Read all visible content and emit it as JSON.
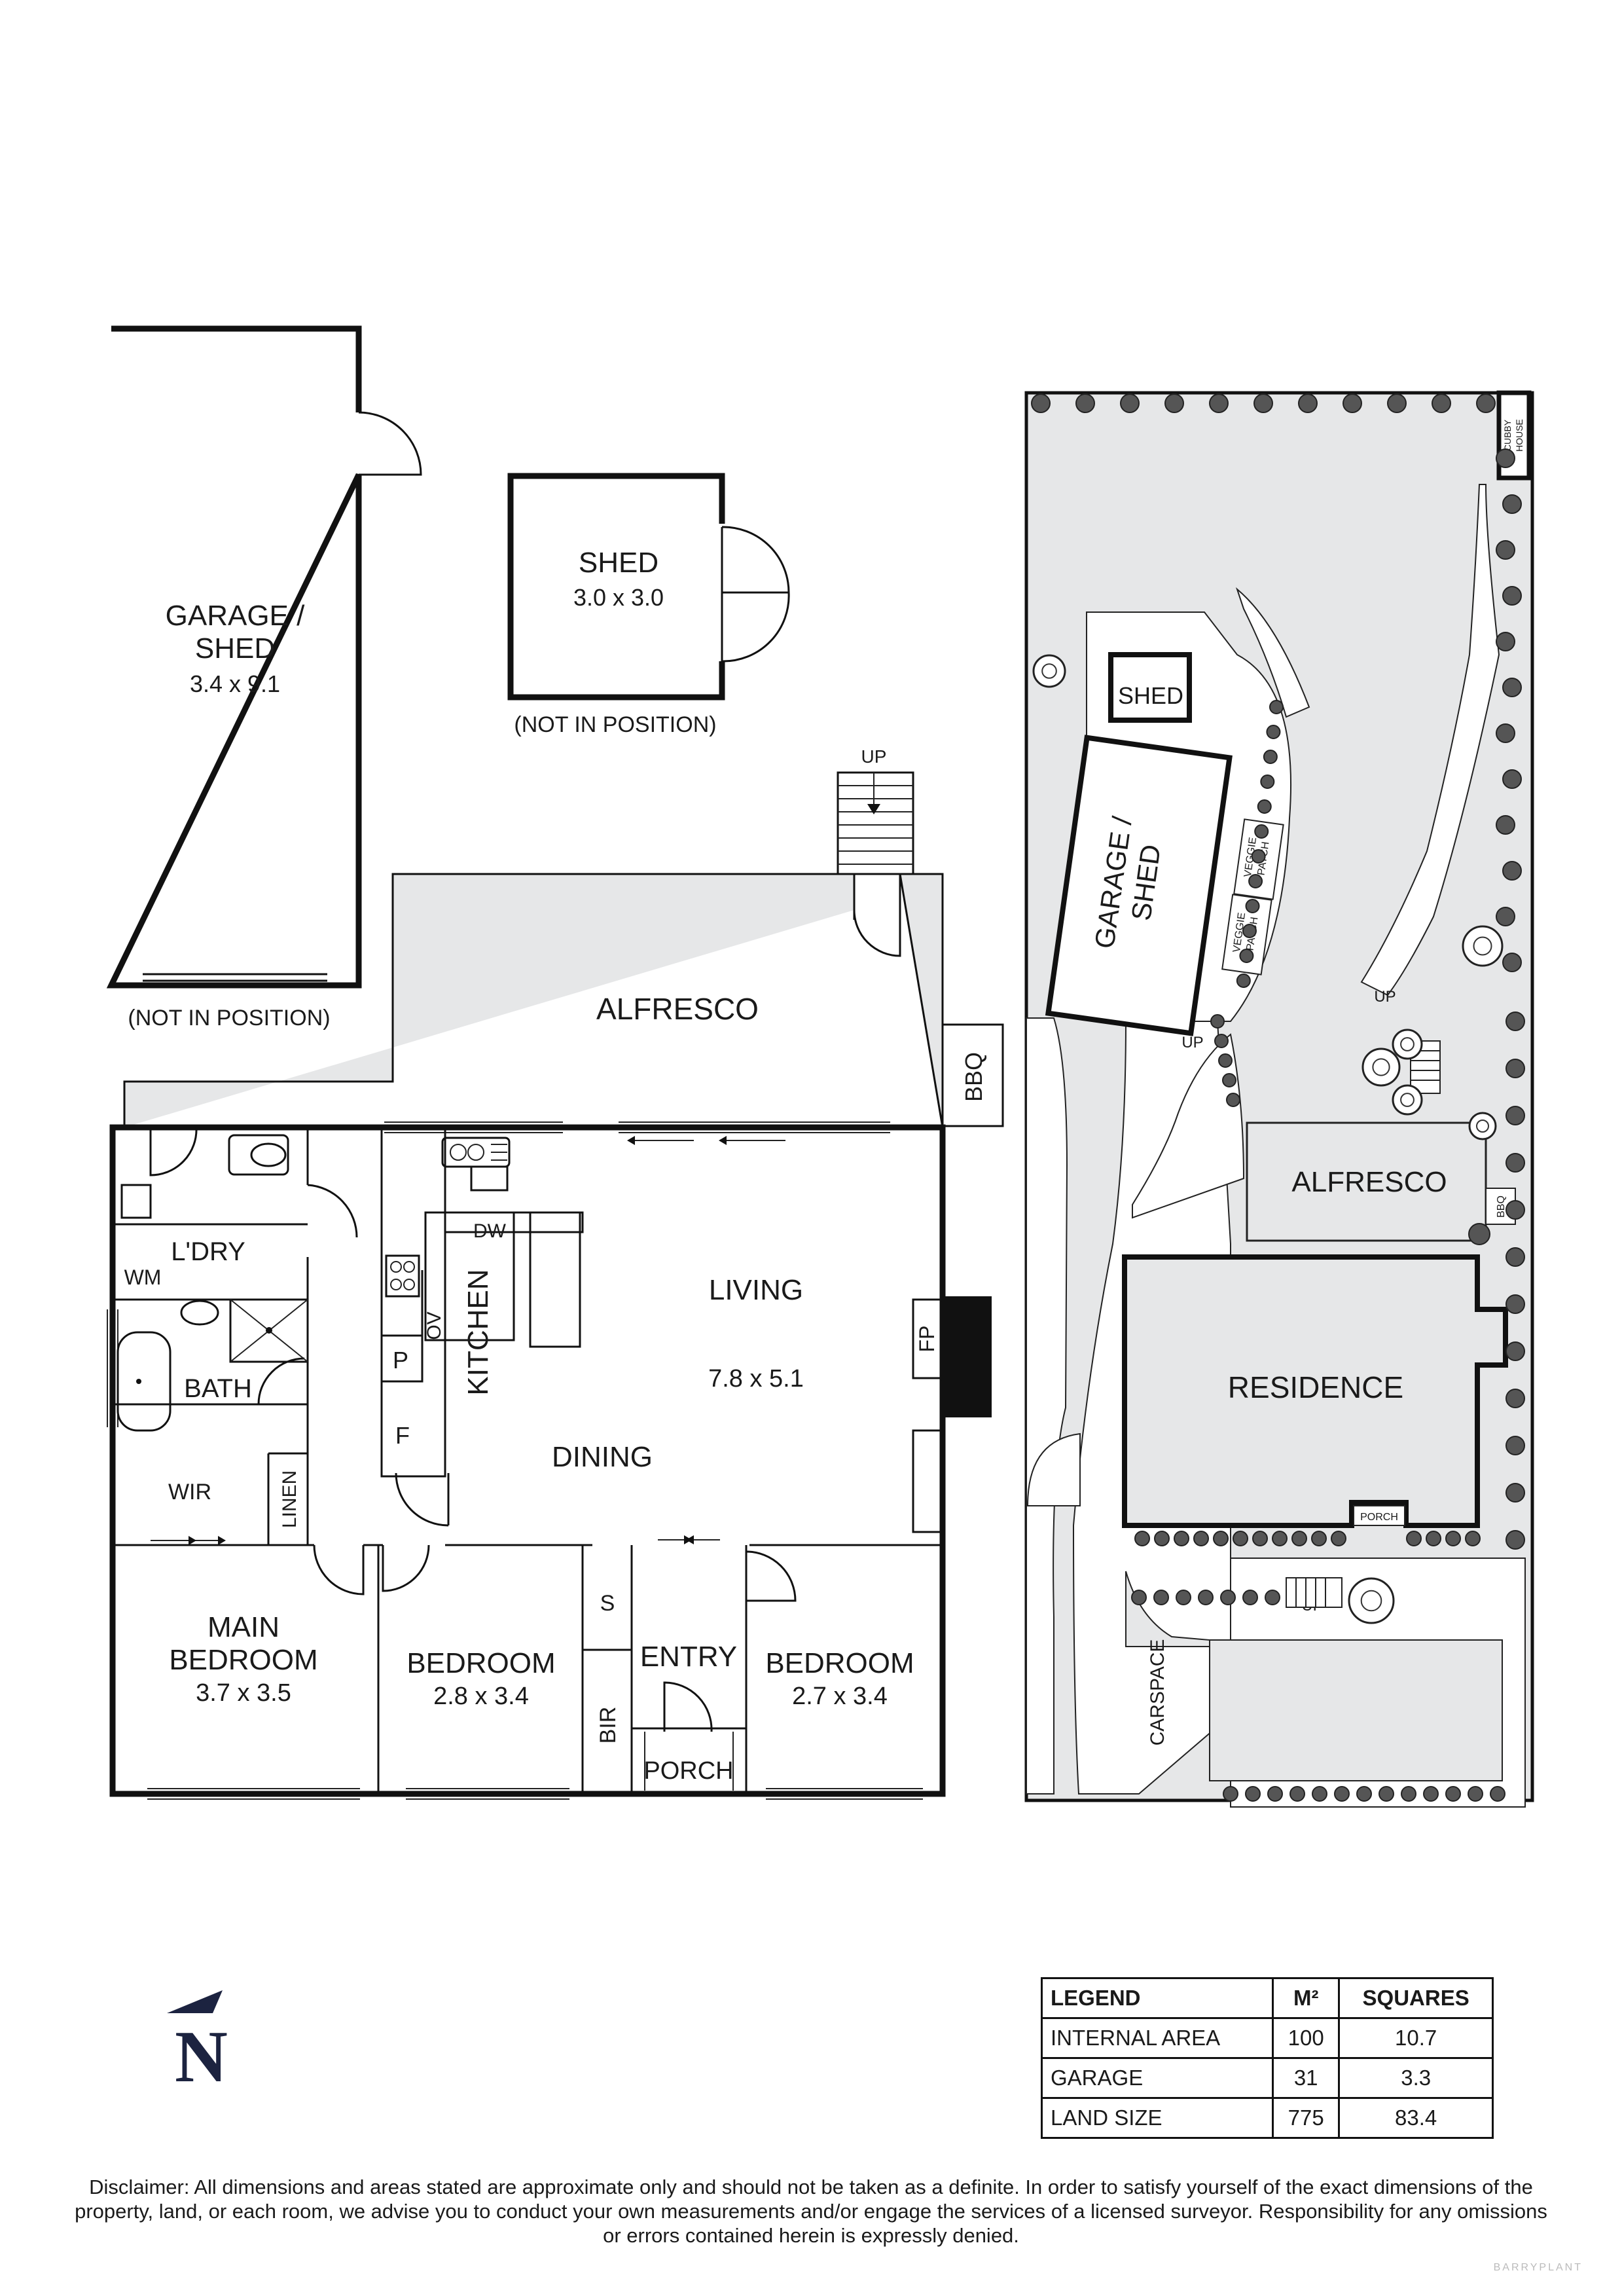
{
  "rooms": {
    "garage_shed_name": "GARAGE /",
    "garage_shed_name2": "SHED",
    "garage_shed_dims": "3.4 x 9.1",
    "garage_note": "(NOT IN POSITION)",
    "shed_name": "SHED",
    "shed_dims": "3.0 x 3.0",
    "shed_note": "(NOT IN POSITION)",
    "up": "UP",
    "alfresco": "ALFRESCO",
    "bbq": "BBQ",
    "laundry": "L'DRY",
    "wm": "WM",
    "bath": "BATH",
    "wir": "WIR",
    "linen": "LINEN",
    "dw": "DW",
    "ov": "OV",
    "kitchen": "KITCHEN",
    "pantry": "P",
    "fridge": "F",
    "living": "LIVING",
    "living_dims": "7.8 x 5.1",
    "fp": "FP",
    "dining": "DINING",
    "main_bedroom_1": "MAIN",
    "main_bedroom_2": "BEDROOM",
    "main_bedroom_dims": "3.7 x 3.5",
    "bedroom2": "BEDROOM",
    "bedroom2_dims": "2.8 x 3.4",
    "s": "S",
    "bir": "BIR",
    "entry": "ENTRY",
    "porch": "PORCH",
    "bedroom3": "BEDROOM",
    "bedroom3_dims": "2.7 x 3.4"
  },
  "site": {
    "cubby_1": "CUBBY",
    "cubby_2": "HOUSE",
    "shed": "SHED",
    "garage_1": "GARAGE /",
    "garage_2": "SHED",
    "veggie_1": "VEGGIE",
    "veggie_2": "PATCH",
    "up": "UP",
    "alfresco": "ALFRESCO",
    "bbq": "BBQ",
    "residence": "RESIDENCE",
    "porch": "PORCH",
    "carspace": "CARSPACE"
  },
  "north_label": "N",
  "legend": {
    "headers": [
      "LEGEND",
      "M²",
      "SQUARES"
    ],
    "rows": [
      [
        "INTERNAL AREA",
        "100",
        "10.7"
      ],
      [
        "GARAGE",
        "31",
        "3.3"
      ],
      [
        "LAND SIZE",
        "775",
        "83.4"
      ]
    ]
  },
  "disclaimer": "Disclaimer: All dimensions and areas stated are approximate only and should not be taken as a definite. In order to satisfy yourself of the exact dimensions of the property, land, or each room, we advise you to conduct your own measurements and/or engage the services of a licensed surveyor. Responsibility for any omissions or errors contained herein is expressly denied.",
  "credit": "BARRYPLANT"
}
